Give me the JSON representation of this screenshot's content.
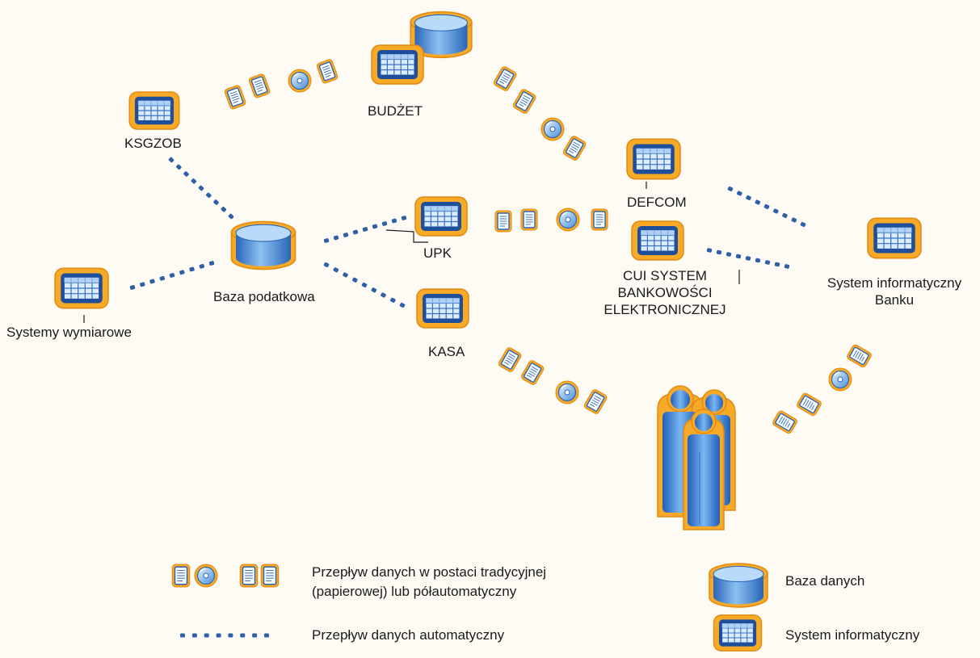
{
  "nodes": {
    "budzet": "BUDŻET",
    "ksgzob": "KSGZOB",
    "defcom": "DEFCOM",
    "baza_podatkowa": "Baza podatkowa",
    "upk": "UPK",
    "cui_line1": "CUI SYSTEM",
    "cui_line2": "BANKOWOŚCI",
    "cui_line3": "ELEKTRONICZNEJ",
    "bank_line1": "System informatyczny",
    "bank_line2": "Banku",
    "systemy_wymiarowe": "Systemy wymiarowe",
    "kasa": "KASA"
  },
  "legend": {
    "traditional_line1": "Przepływ danych w postaci tradycyjnej",
    "traditional_line2": "(papierowej) lub półautomatyczny",
    "automatic": "Przepływ danych automatyczny",
    "database": "Baza danych",
    "system": "System informatyczny"
  },
  "colors": {
    "orange_border": "#f5a623",
    "blue_fill": "#4a8fd8",
    "dark_blue": "#1f4e9a",
    "dot_blue": "#2e5fa8"
  },
  "icons": [
    "system-icon",
    "database-icon",
    "document-icon",
    "disc-icon",
    "people-icon"
  ]
}
